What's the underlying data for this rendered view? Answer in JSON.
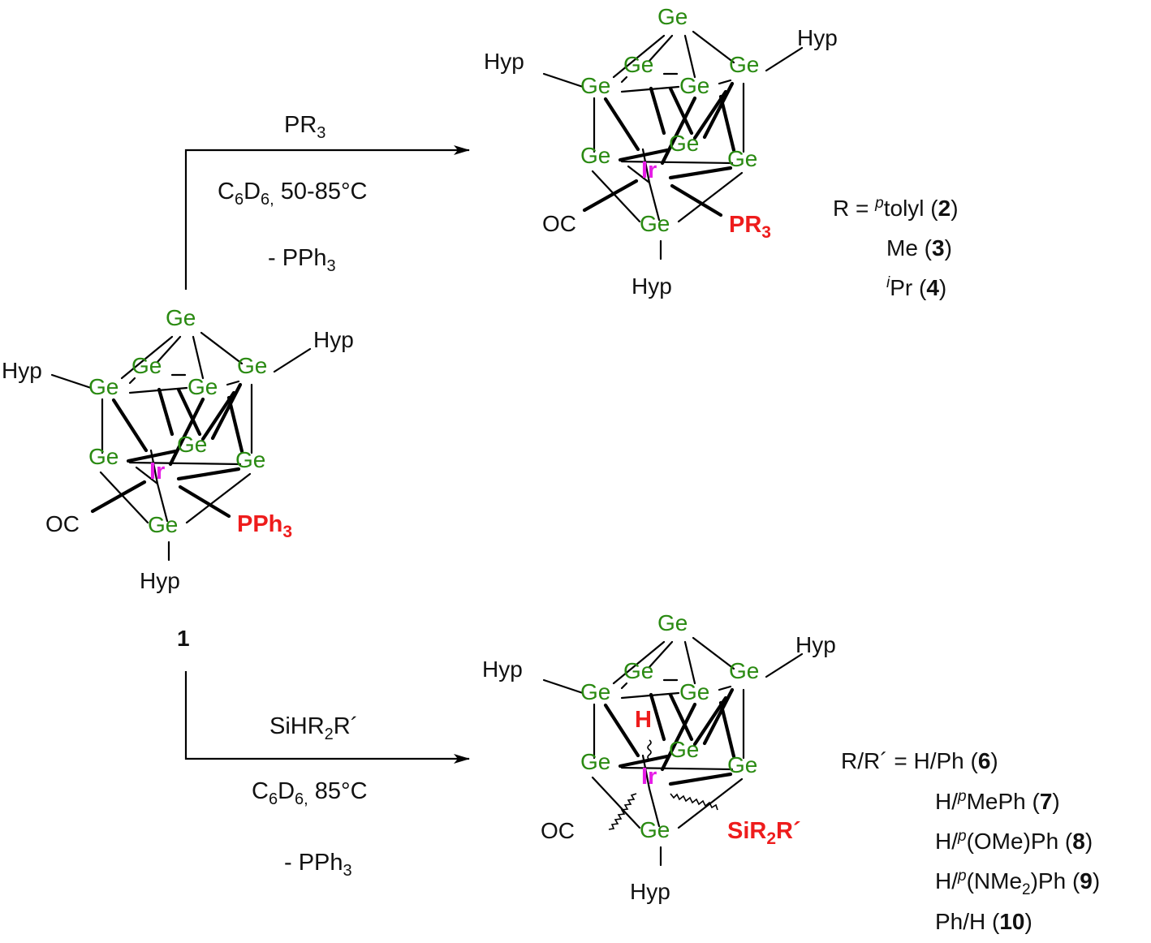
{
  "atoms": {
    "ge": "Ge",
    "ir": "Ir",
    "hyp": "Hyp",
    "oc": "OC",
    "h": "H",
    "pph3": "PPh",
    "pph3_sub": "3",
    "pr3": "PR",
    "pr3_sub": "3",
    "siR2R": "SiR",
    "siR2R_sub": "2",
    "siR2R_tail": "R´"
  },
  "compound_label": "1",
  "reaction_top": {
    "reagent": "PR",
    "reagent_sub": "3",
    "solvent_main": "C",
    "solvent_sub1": "6",
    "solvent_d": "D",
    "solvent_sub2": "6,",
    "temperature": " 50-85°C",
    "byproduct": "- PPh",
    "byproduct_sub": "3"
  },
  "reaction_bottom": {
    "reagent": "SiHR",
    "reagent_sub": "2",
    "reagent_tail": "R´",
    "solvent_main": "C",
    "solvent_sub1": "6",
    "solvent_d": "D",
    "solvent_sub2": "6,",
    "temperature": " 85°C",
    "byproduct": "- PPh",
    "byproduct_sub": "3"
  },
  "legend_top": {
    "lead": "R = ",
    "items": [
      {
        "sup": "p",
        "name": "tolyl (",
        "num": "2",
        "close": ")"
      },
      {
        "sup": "",
        "name": "Me (",
        "num": "3",
        "close": ")"
      },
      {
        "sup": "i",
        "name": "Pr (",
        "num": "4",
        "close": ")"
      }
    ]
  },
  "legend_bottom": {
    "lead": "R/R´ = ",
    "items": [
      {
        "pre": "H/Ph (",
        "sup": "",
        "mid": "",
        "sub": "",
        "post": "",
        "num": "6",
        "close": ")"
      },
      {
        "pre": "H/",
        "sup": "p",
        "mid": "MePh (",
        "sub": "",
        "post": "",
        "num": "7",
        "close": ")"
      },
      {
        "pre": "H/",
        "sup": "p",
        "mid": "(OMe)Ph (",
        "sub": "",
        "post": "",
        "num": "8",
        "close": ")"
      },
      {
        "pre": "H/",
        "sup": "p",
        "mid": "(NMe",
        "sub": "2",
        "post": ")Ph (",
        "num": "9",
        "close": ")"
      },
      {
        "pre": "Ph/H (",
        "sup": "",
        "mid": "",
        "sub": "",
        "post": "",
        "num": "10",
        "close": ")"
      }
    ]
  }
}
